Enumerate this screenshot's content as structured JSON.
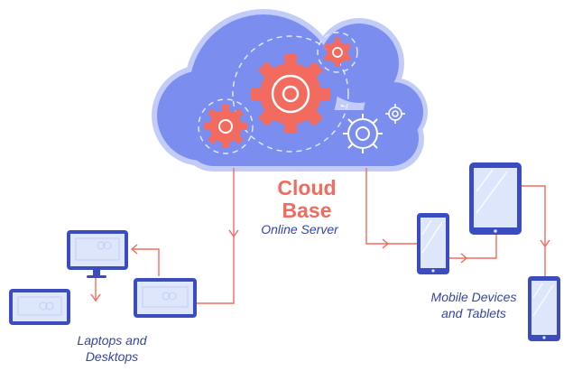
{
  "cloud": {
    "title_line1": "Cloud",
    "title_line2": "Base",
    "subtitle": "Online Server"
  },
  "groups": {
    "mobile_line1": "Mobile Devices",
    "mobile_line2": "and Tablets",
    "laptop_line1": "Laptops and",
    "laptop_line2": "Desktops"
  },
  "colors": {
    "cloud_fill": "#7b8ef0",
    "cloud_outline": "#c3ccf9",
    "gear": "#f26b5e",
    "connector": "#f26b5e",
    "device_frame": "#3b4cc0",
    "device_screen": "#dde6fb",
    "label_blue": "#3344aa"
  }
}
